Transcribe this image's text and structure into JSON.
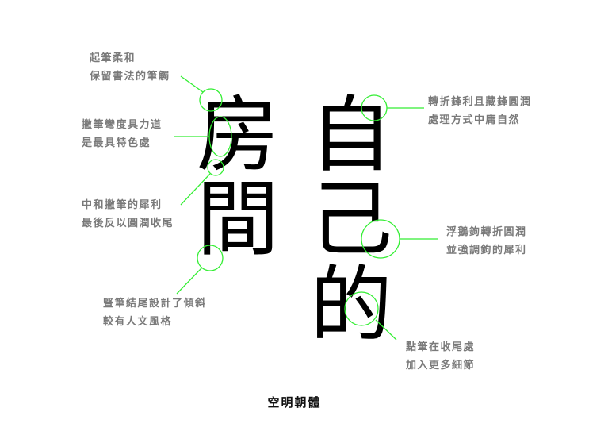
{
  "title": "空明朝體",
  "glyphs": {
    "left_column": [
      "房",
      "間"
    ],
    "right_column": [
      "自",
      "己",
      "的"
    ]
  },
  "annotations": [
    {
      "lines": [
        "起筆柔和",
        "保留書法的筆觸"
      ]
    },
    {
      "lines": [
        "撇筆彎度具力道",
        "是最具特色處"
      ]
    },
    {
      "lines": [
        "中和撇筆的犀利",
        "最後反以圓潤收尾"
      ]
    },
    {
      "lines": [
        "豎筆結尾設計了傾斜",
        "較有人文風格"
      ]
    },
    {
      "lines": [
        "轉折鋒利且藏鋒圓潤",
        "處理方式中庸自然"
      ]
    },
    {
      "lines": [
        "浮鵝鉤轉折圓潤",
        "並強調鉤的犀利"
      ]
    },
    {
      "lines": [
        "點筆在收尾處",
        "加入更多細節"
      ]
    }
  ],
  "colors": {
    "highlight": "#33ee33",
    "label": "#7a7a7a",
    "glyph": "#000000"
  }
}
